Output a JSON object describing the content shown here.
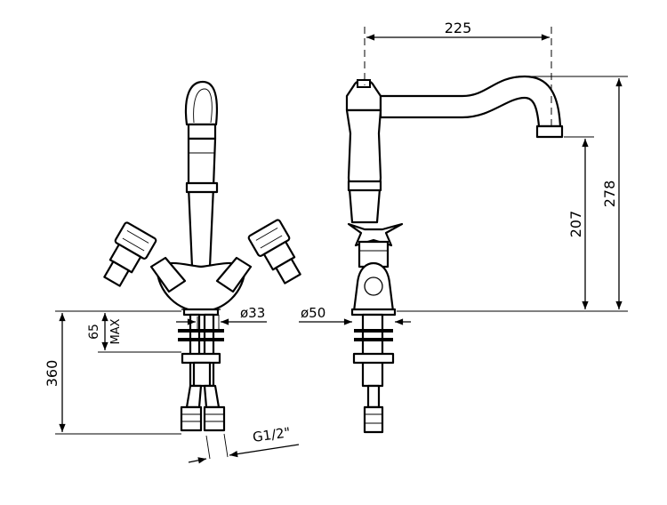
{
  "dimensions": {
    "spout_reach": "225",
    "total_height": "278",
    "spout_height": "207",
    "base_diameter_front": "ø33",
    "base_diameter_side": "ø50",
    "max_deck_thickness": "65",
    "max_label": "MAX",
    "hose_length": "360",
    "thread": "G1/2\""
  }
}
